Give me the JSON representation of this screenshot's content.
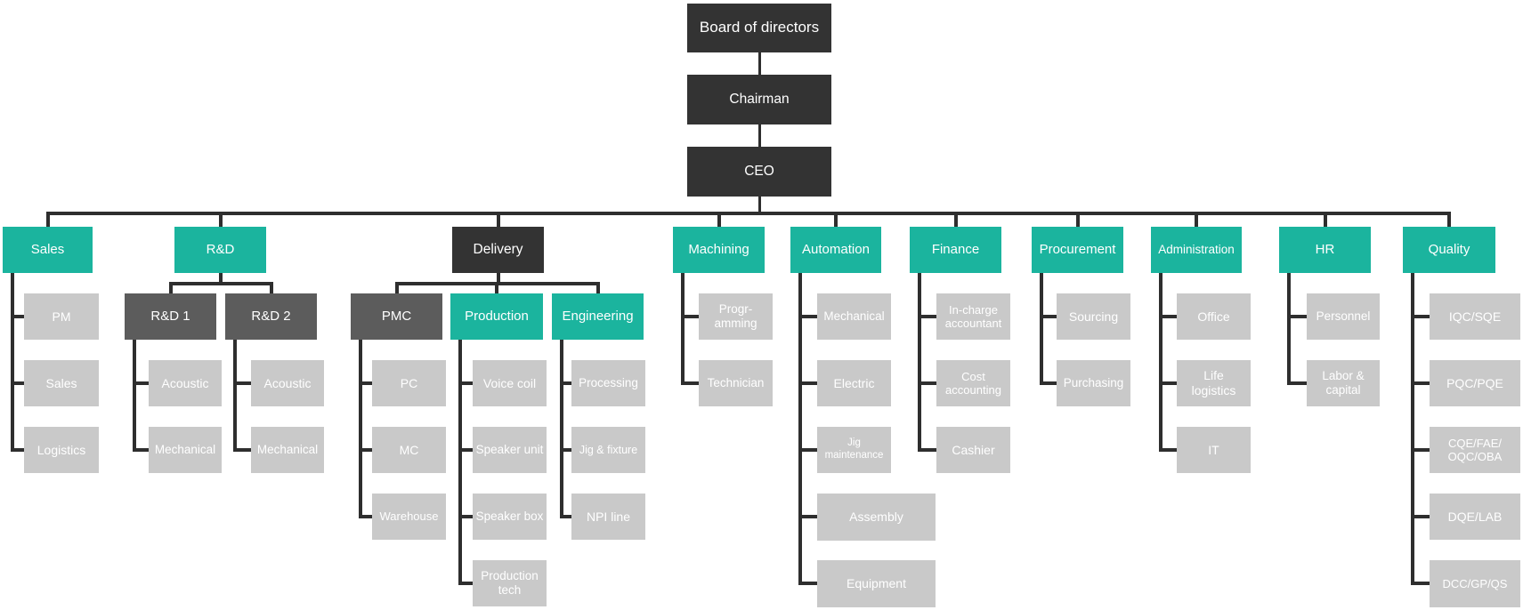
{
  "type": "org-chart",
  "colors": {
    "executive_box": "#333333",
    "department_box": "#1bb49e",
    "sub_department_box": "#5c5c5c",
    "team_box": "#c9c9c9",
    "connector": "#2e2e2e",
    "text": "#ffffff",
    "background": "#ffffff"
  },
  "org": {
    "id": "board",
    "label": "Board of directors",
    "role": "executive",
    "children": [
      {
        "id": "chairman",
        "label": "Chairman",
        "role": "executive",
        "children": [
          {
            "id": "ceo",
            "label": "CEO",
            "role": "executive",
            "children": [
              {
                "id": "sales",
                "label": "Sales",
                "role": "department",
                "children": [
                  {
                    "id": "pm",
                    "label": "PM",
                    "role": "team"
                  },
                  {
                    "id": "sales-team",
                    "label": "Sales",
                    "role": "team"
                  },
                  {
                    "id": "logistics",
                    "label": "Logistics",
                    "role": "team"
                  }
                ]
              },
              {
                "id": "rnd",
                "label": "R&D",
                "role": "department",
                "children": [
                  {
                    "id": "rnd-1",
                    "label": "R&D 1",
                    "role": "sub",
                    "children": [
                      {
                        "id": "rnd-1-acoustic",
                        "label": "Acoustic",
                        "role": "team"
                      },
                      {
                        "id": "rnd-1-mechanical",
                        "label": "Mechanical",
                        "role": "team"
                      }
                    ]
                  },
                  {
                    "id": "rnd-2",
                    "label": "R&D 2",
                    "role": "sub",
                    "children": [
                      {
                        "id": "rnd-2-acoustic",
                        "label": "Acoustic",
                        "role": "team"
                      },
                      {
                        "id": "rnd-2-mechanical",
                        "label": "Mechanical",
                        "role": "team"
                      }
                    ]
                  }
                ]
              },
              {
                "id": "delivery",
                "label": "Delivery",
                "role": "executive",
                "children": [
                  {
                    "id": "pmc",
                    "label": "PMC",
                    "role": "sub",
                    "children": [
                      {
                        "id": "pc",
                        "label": "PC",
                        "role": "team"
                      },
                      {
                        "id": "mc",
                        "label": "MC",
                        "role": "team"
                      },
                      {
                        "id": "warehouse",
                        "label": "Warehouse",
                        "role": "team"
                      }
                    ]
                  },
                  {
                    "id": "production",
                    "label": "Production",
                    "role": "department",
                    "children": [
                      {
                        "id": "voice-coil",
                        "label": "Voice coil",
                        "role": "team"
                      },
                      {
                        "id": "speaker-unit",
                        "label": "Speaker unit",
                        "role": "team"
                      },
                      {
                        "id": "speaker-box",
                        "label": "Speaker box",
                        "role": "team"
                      },
                      {
                        "id": "production-tech",
                        "label": "Production\ntech",
                        "role": "team"
                      }
                    ]
                  },
                  {
                    "id": "engineering",
                    "label": "Engineering",
                    "role": "department",
                    "children": [
                      {
                        "id": "processing",
                        "label": "Processing",
                        "role": "team"
                      },
                      {
                        "id": "jig-fixture",
                        "label": "Jig & fixture",
                        "role": "team"
                      },
                      {
                        "id": "npi-line",
                        "label": "NPI line",
                        "role": "team"
                      }
                    ]
                  }
                ]
              },
              {
                "id": "machining",
                "label": "Machining",
                "role": "department",
                "children": [
                  {
                    "id": "programming",
                    "label": "Progr-\namming",
                    "role": "team"
                  },
                  {
                    "id": "technician",
                    "label": "Technician",
                    "role": "team"
                  }
                ]
              },
              {
                "id": "automation",
                "label": "Automation",
                "role": "department",
                "children": [
                  {
                    "id": "auto-mechanical",
                    "label": "Mechanical",
                    "role": "team"
                  },
                  {
                    "id": "electric",
                    "label": "Electric",
                    "role": "team"
                  },
                  {
                    "id": "jig-maintenance",
                    "label": "Jig\nmaintenance",
                    "role": "team"
                  },
                  {
                    "id": "assembly",
                    "label": "Assembly",
                    "role": "team"
                  },
                  {
                    "id": "equipment",
                    "label": "Equipment",
                    "role": "team"
                  }
                ]
              },
              {
                "id": "finance",
                "label": "Finance",
                "role": "department",
                "children": [
                  {
                    "id": "in-charge-accountant",
                    "label": "In-charge\naccountant",
                    "role": "team"
                  },
                  {
                    "id": "cost-accounting",
                    "label": "Cost\naccounting",
                    "role": "team"
                  },
                  {
                    "id": "cashier",
                    "label": "Cashier",
                    "role": "team"
                  }
                ]
              },
              {
                "id": "procurement",
                "label": "Procurement",
                "role": "department",
                "children": [
                  {
                    "id": "sourcing",
                    "label": "Sourcing",
                    "role": "team"
                  },
                  {
                    "id": "purchasing",
                    "label": "Purchasing",
                    "role": "team"
                  }
                ]
              },
              {
                "id": "administration",
                "label": "Administration",
                "role": "department",
                "children": [
                  {
                    "id": "office",
                    "label": "Office",
                    "role": "team"
                  },
                  {
                    "id": "life-logistics",
                    "label": "Life\nlogistics",
                    "role": "team"
                  },
                  {
                    "id": "it",
                    "label": "IT",
                    "role": "team"
                  }
                ]
              },
              {
                "id": "hr",
                "label": "HR",
                "role": "department",
                "children": [
                  {
                    "id": "personnel",
                    "label": "Personnel",
                    "role": "team"
                  },
                  {
                    "id": "labor-capital",
                    "label": "Labor &\ncapital",
                    "role": "team"
                  }
                ]
              },
              {
                "id": "quality",
                "label": "Quality",
                "role": "department",
                "children": [
                  {
                    "id": "iqc-sqe",
                    "label": "IQC/SQE",
                    "role": "team"
                  },
                  {
                    "id": "pqc-pqe",
                    "label": "PQC/PQE",
                    "role": "team"
                  },
                  {
                    "id": "cqe-fae",
                    "label": "CQE/FAE/\nOQC/OBA",
                    "role": "team"
                  },
                  {
                    "id": "dqe-lab",
                    "label": "DQE/LAB",
                    "role": "team"
                  },
                  {
                    "id": "dcc-gp-qs",
                    "label": "DCC/GP/QS",
                    "role": "team"
                  }
                ]
              }
            ]
          }
        ]
      }
    ]
  }
}
